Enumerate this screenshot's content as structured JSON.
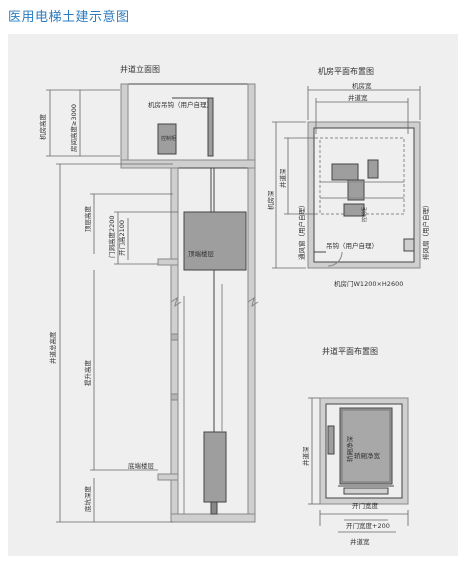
{
  "title": "医用电梯土建示意图",
  "elevation": {
    "heading": "井道立面图",
    "machine_room_height": "机房高度",
    "room_clear_height": "房间高度≥3000",
    "lifting_hook": "机房吊钩（用户自理）",
    "controller": "控制柜",
    "top_height": "顶层高度",
    "door_height": "门洞高度2200",
    "door_opening_height": "开门高2100",
    "top_floor": "顶端楼层",
    "shaft_total_height": "井道总高度",
    "travel_height": "提升高度",
    "bottom_floor": "底端楼层",
    "pit_depth": "底坑深度"
  },
  "machine_room": {
    "heading": "机房平面布置图",
    "room_width": "机房宽",
    "shaft_width": "井道宽",
    "shaft_depth": "井道深",
    "room_depth": "机房深",
    "vent_left": "通风窗（用户自理）",
    "vent_right": "排风扇（用户自理）",
    "controller": "控制柜",
    "hoist_hole": "吊钩（用户自理）",
    "door": "机房门W1200×H2600"
  },
  "shaft_plan": {
    "heading": "井道平面布置图",
    "shaft_depth": "井道深",
    "car_depth": "轿厢净深",
    "car_width": "轿厢净宽",
    "door_width": "开门宽度",
    "door_opening": "开门宽度+200",
    "shaft_width": "井道宽"
  },
  "colors": {
    "title": "#2b7cc0",
    "panel": "#efefef",
    "line": "#444444",
    "car": "#9e9e9e",
    "dim": "#666666"
  }
}
